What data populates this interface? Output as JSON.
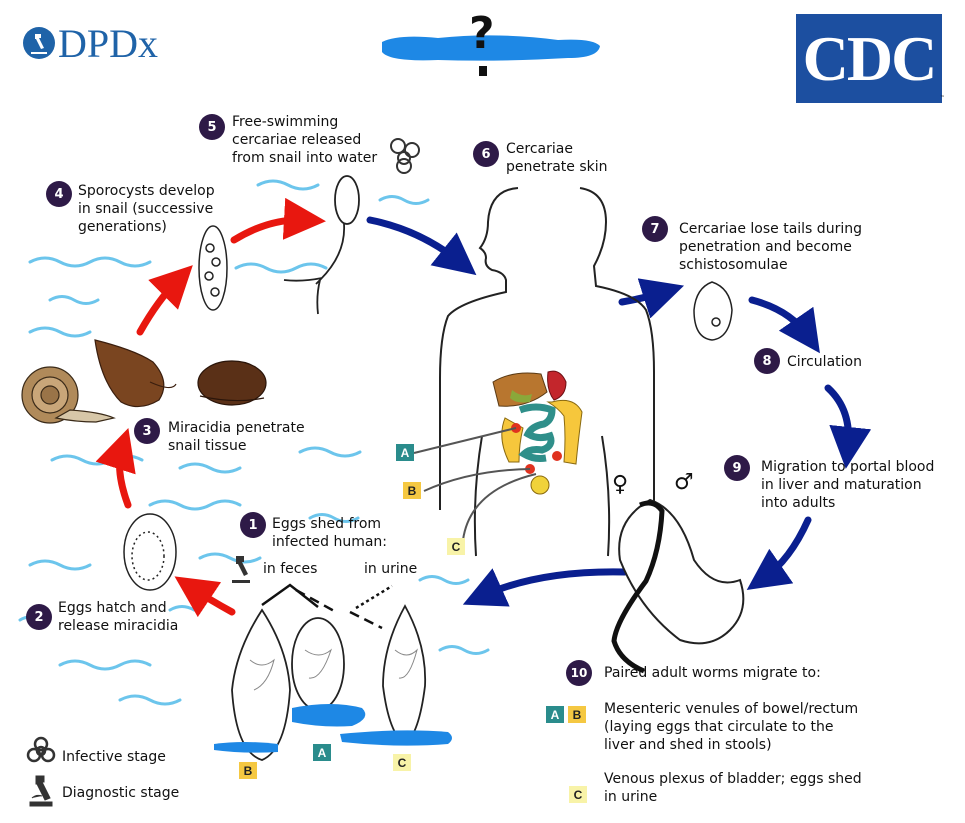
{
  "header": {
    "left_logo": "DPDx",
    "right_logo": "CDC",
    "tm": "™",
    "redacted_title_glyph": "?"
  },
  "steps": [
    {
      "num": "1",
      "text": "Eggs shed from\ninfected human:"
    },
    {
      "num": "2",
      "text": "Eggs hatch and\nrelease miracidia"
    },
    {
      "num": "3",
      "text": "Miracidia penetrate\nsnail tissue"
    },
    {
      "num": "4",
      "text": "Sporocysts develop\nin snail (successive\ngenerations)"
    },
    {
      "num": "5",
      "text": "Free-swimming\ncercariae released\nfrom snail into water"
    },
    {
      "num": "6",
      "text": "Cercariae\npenetrate skin"
    },
    {
      "num": "7",
      "text": "Cercariae lose tails during\npenetration and become\nschistosomulae"
    },
    {
      "num": "8",
      "text": "Circulation"
    },
    {
      "num": "9",
      "text": "Migration to portal blood\nin liver and maturation\ninto adults"
    },
    {
      "num": "10",
      "text": "Paired adult worms migrate to:"
    }
  ],
  "egg_labels": {
    "feces": "in feces",
    "urine": "in urine"
  },
  "egg_badges": [
    "B",
    "A",
    "C"
  ],
  "body_badges": [
    "A",
    "B",
    "C"
  ],
  "migration_targets": [
    {
      "badges": [
        "A",
        "B"
      ],
      "text": "Mesenteric venules of bowel/rectum\n(laying eggs that circulate to the\nliver and shed in stools)"
    },
    {
      "badges": [
        "C"
      ],
      "text": "Venous plexus of bladder; eggs shed\nin urine"
    }
  ],
  "worm_symbols": {
    "female": "♀",
    "male": "♂"
  },
  "legend": [
    {
      "icon": "biohazard-icon",
      "text": "Infective stage"
    },
    {
      "icon": "microscope-icon",
      "text": "Diagnostic stage"
    }
  ],
  "colors": {
    "step_circle": "#2e1a47",
    "arrow_red": "#e8170f",
    "arrow_blue": "#0a1f8f",
    "water": "#6cc5ec",
    "redaction": "#1e88e5",
    "badge_teal": "#2a8c8c",
    "badge_yellow": "#f5c842",
    "badge_pale": "#f8f3a8",
    "cdc_blue": "#1c4fa0"
  }
}
